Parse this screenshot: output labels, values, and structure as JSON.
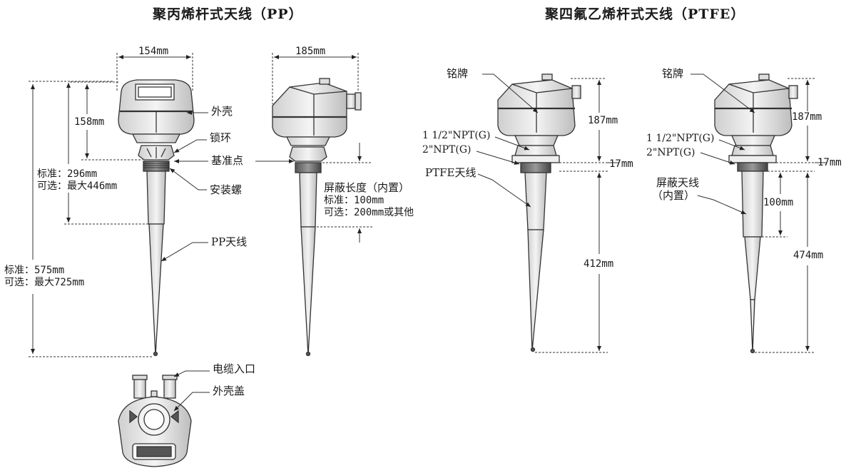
{
  "titles": {
    "pp": "聚丙烯杆式天线（PP）",
    "ptfe": "聚四氟乙烯杆式天线（PTFE）"
  },
  "pp_front": {
    "width": "154mm",
    "head_height": "158mm",
    "housing": "外壳",
    "lock_ring": "锁环",
    "reference_point": "基准点",
    "short_std": "标准：296mm",
    "short_opt": "可选：最大446mm",
    "mount_thread": "安装螺",
    "antenna": "PP天线",
    "total_std": "标准：575mm",
    "total_opt": "可选：最大725mm"
  },
  "pp_side": {
    "width": "185mm",
    "shield_title": "屏蔽长度（内置）",
    "shield_std": "标准：100mm",
    "shield_opt": "可选：200mm或其他"
  },
  "pp_top": {
    "cable_entry": "电缆入口",
    "housing_cover": "外壳盖"
  },
  "ptfe_left": {
    "nameplate": "铭牌",
    "head": "187mm",
    "thread1": "1 1/2\"NPT(G)",
    "thread2": "2\"NPT(G)",
    "flange": "17mm",
    "antenna": "PTFE天线",
    "total": "412mm"
  },
  "ptfe_right": {
    "nameplate": "铭牌",
    "head": "187mm",
    "thread1": "1 1/2\"NPT(G)",
    "thread2": "2\"NPT(G)",
    "flange": "17mm",
    "shield_antenna_1": "屏蔽天线",
    "shield_antenna_2": "（内置）",
    "shield": "100mm",
    "total": "474mm"
  }
}
